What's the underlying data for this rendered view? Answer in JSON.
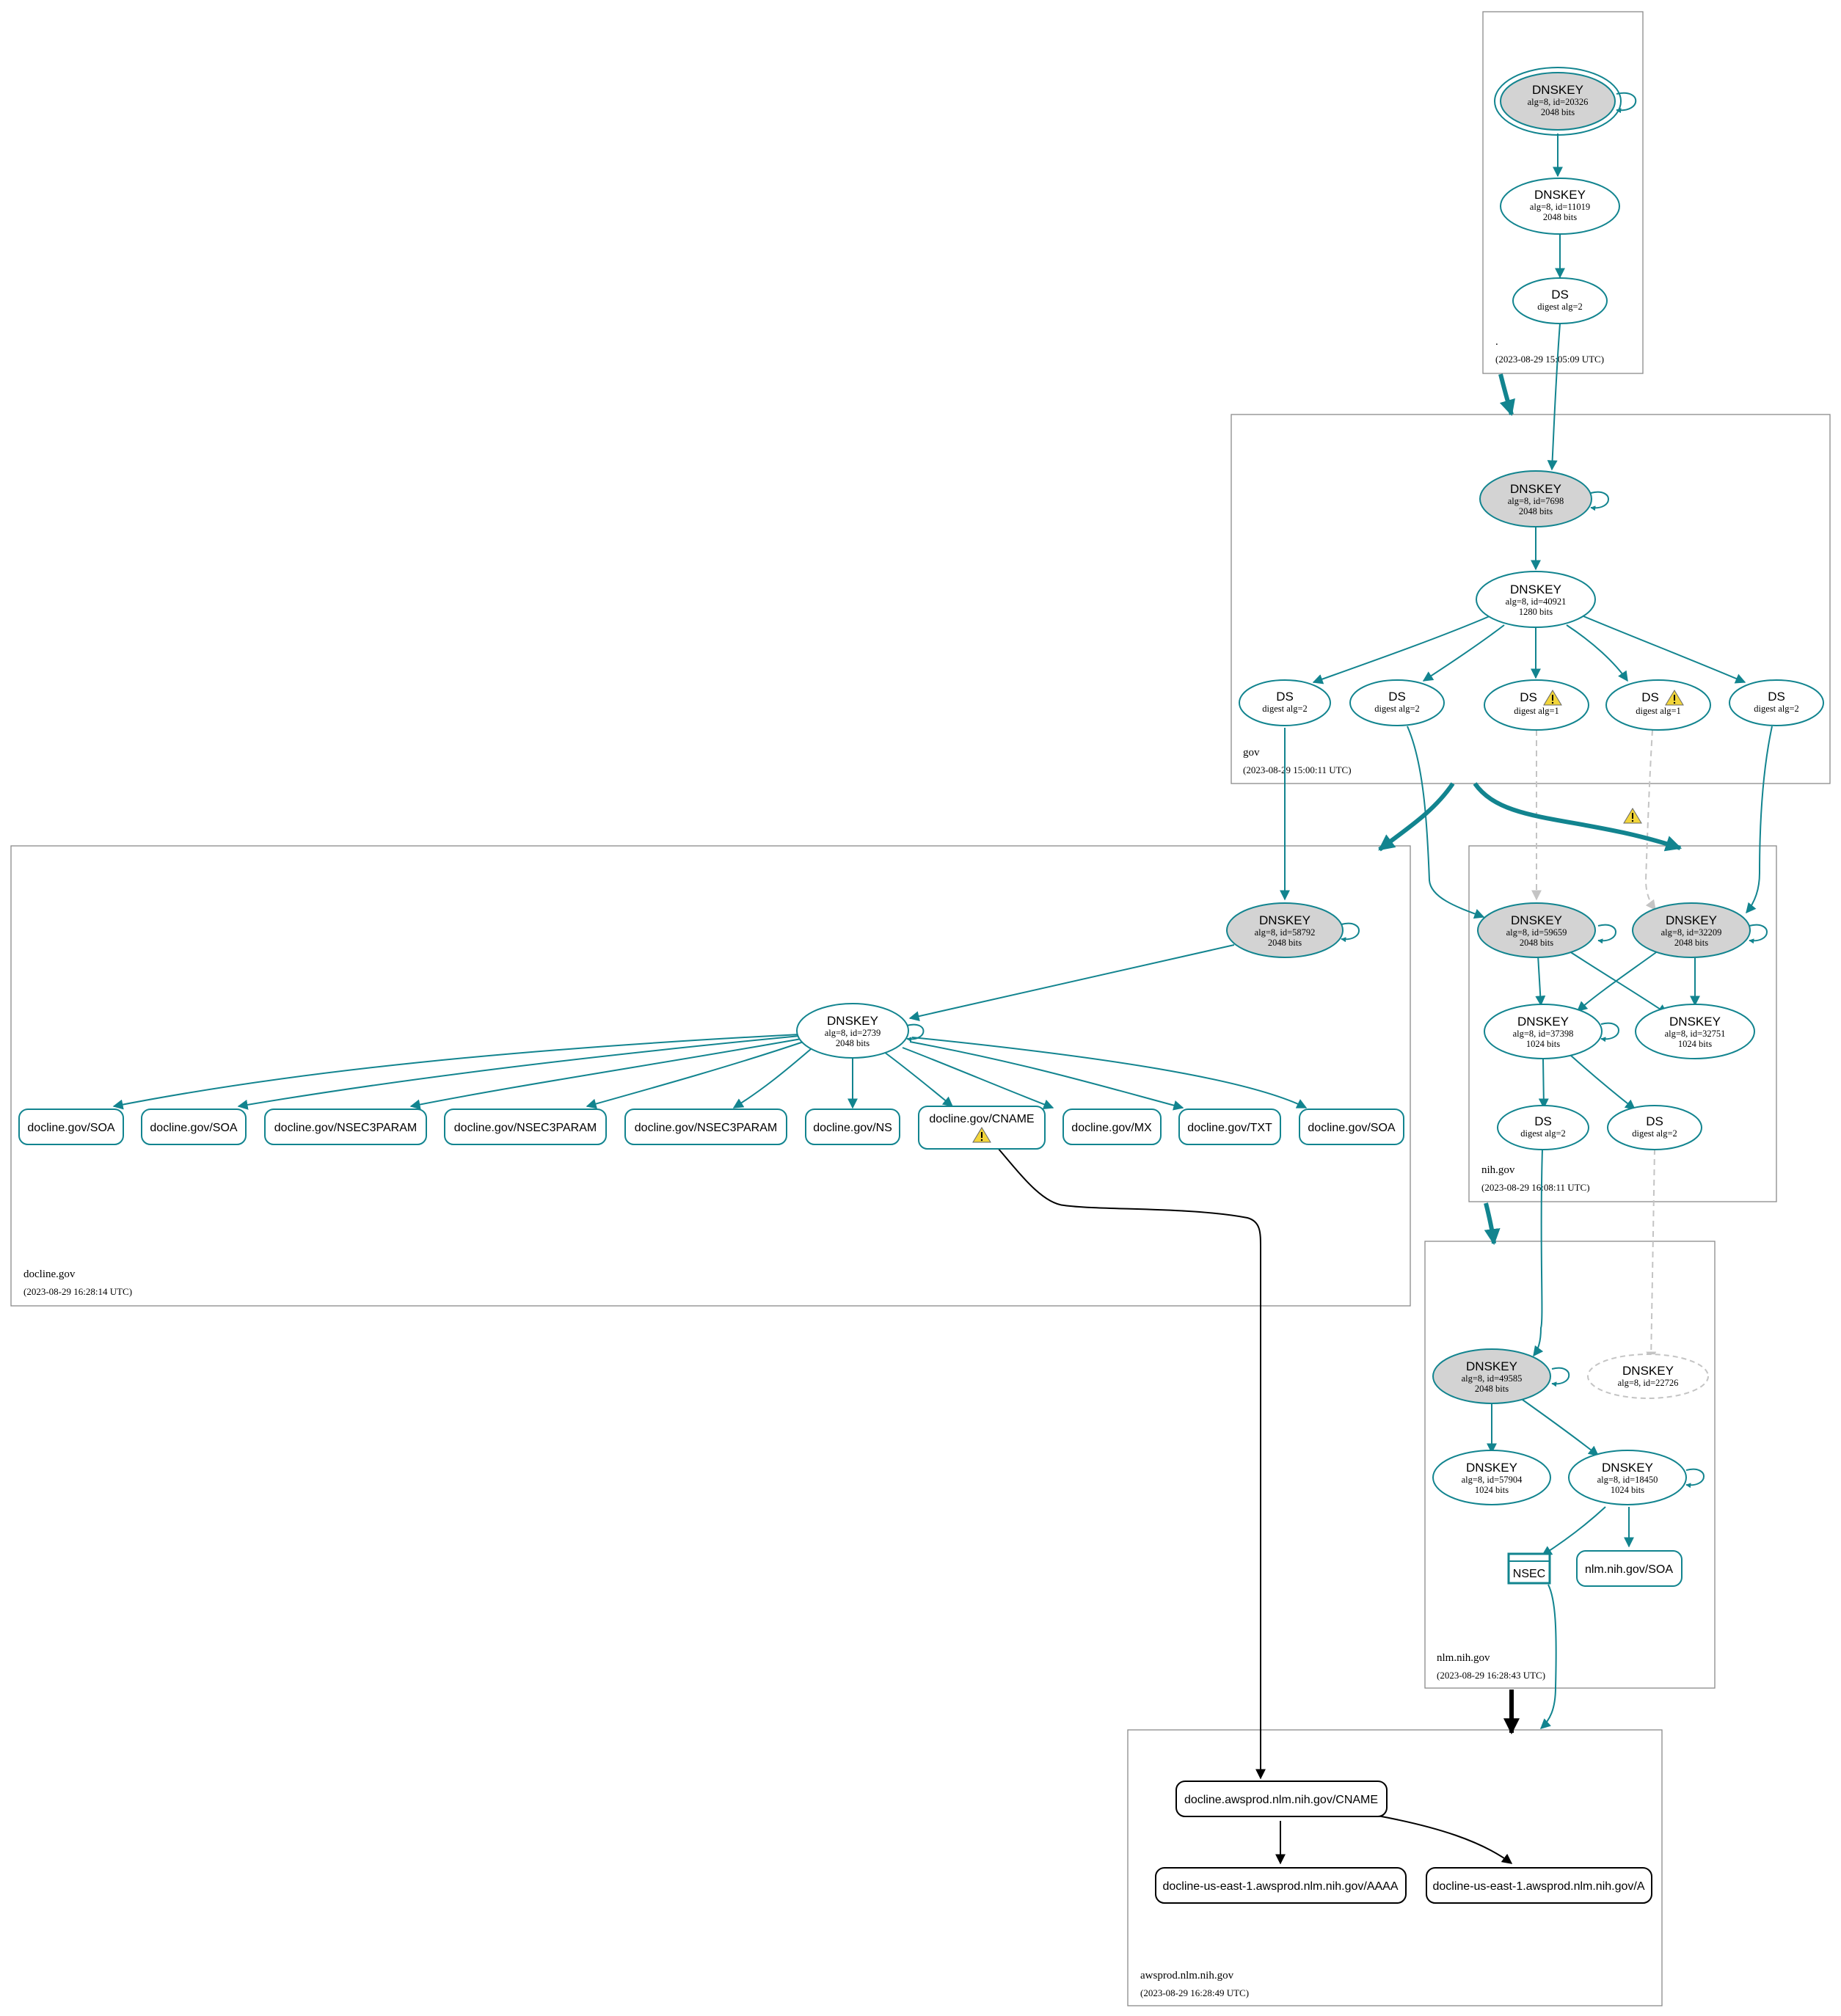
{
  "colors": {
    "teal": "#12848f",
    "black": "#000000",
    "ksk_fill": "#d3d3d3",
    "dashed_gray": "#c4c4c4",
    "zone_border": "#8a8a8a",
    "warning": "#f2d53a"
  },
  "zones": {
    "root": {
      "name": ".",
      "time": "(2023-08-29 15:05:09 UTC)"
    },
    "gov": {
      "name": "gov",
      "time": "(2023-08-29 15:00:11 UTC)"
    },
    "docline": {
      "name": "docline.gov",
      "time": "(2023-08-29 16:28:14 UTC)"
    },
    "nih": {
      "name": "nih.gov",
      "time": "(2023-08-29 16:08:11 UTC)"
    },
    "nlm": {
      "name": "nlm.nih.gov",
      "time": "(2023-08-29 16:28:43 UTC)"
    },
    "awsprod": {
      "name": "awsprod.nlm.nih.gov",
      "time": "(2023-08-29 16:28:49 UTC)"
    }
  },
  "nodes": {
    "root_ksk": {
      "title": "DNSKEY",
      "line1": "alg=8, id=20326",
      "line2": "2048 bits"
    },
    "root_zsk": {
      "title": "DNSKEY",
      "line1": "alg=8, id=11019",
      "line2": "2048 bits"
    },
    "root_ds": {
      "title": "DS",
      "line1": "digest alg=2"
    },
    "gov_ksk": {
      "title": "DNSKEY",
      "line1": "alg=8, id=7698",
      "line2": "2048 bits"
    },
    "gov_zsk": {
      "title": "DNSKEY",
      "line1": "alg=8, id=40921",
      "line2": "1280 bits"
    },
    "gov_ds1": {
      "title": "DS",
      "line1": "digest alg=2"
    },
    "gov_ds2": {
      "title": "DS",
      "line1": "digest alg=2"
    },
    "gov_ds3": {
      "title": "DS",
      "line1": "digest alg=1"
    },
    "gov_ds4": {
      "title": "DS",
      "line1": "digest alg=1"
    },
    "gov_ds5": {
      "title": "DS",
      "line1": "digest alg=2"
    },
    "docline_ksk": {
      "title": "DNSKEY",
      "line1": "alg=8, id=58792",
      "line2": "2048 bits"
    },
    "docline_zsk": {
      "title": "DNSKEY",
      "line1": "alg=8, id=2739",
      "line2": "2048 bits"
    },
    "nih_ksk1": {
      "title": "DNSKEY",
      "line1": "alg=8, id=59659",
      "line2": "2048 bits"
    },
    "nih_ksk2": {
      "title": "DNSKEY",
      "line1": "alg=8, id=32209",
      "line2": "2048 bits"
    },
    "nih_zsk1": {
      "title": "DNSKEY",
      "line1": "alg=8, id=37398",
      "line2": "1024 bits"
    },
    "nih_zsk2": {
      "title": "DNSKEY",
      "line1": "alg=8, id=32751",
      "line2": "1024 bits"
    },
    "nih_ds1": {
      "title": "DS",
      "line1": "digest alg=2"
    },
    "nih_ds2": {
      "title": "DS",
      "line1": "digest alg=2"
    },
    "nlm_ksk": {
      "title": "DNSKEY",
      "line1": "alg=8, id=49585",
      "line2": "2048 bits"
    },
    "nlm_missing": {
      "title": "DNSKEY",
      "line1": "alg=8, id=22726"
    },
    "nlm_zsk1": {
      "title": "DNSKEY",
      "line1": "alg=8, id=57904",
      "line2": "1024 bits"
    },
    "nlm_zsk2": {
      "title": "DNSKEY",
      "line1": "alg=8, id=18450",
      "line2": "1024 bits"
    },
    "nlm_nsec": {
      "title": "NSEC"
    }
  },
  "rrsets": {
    "docline_soa1": "docline.gov/SOA",
    "docline_soa2": "docline.gov/SOA",
    "docline_nsec3param1": "docline.gov/NSEC3PARAM",
    "docline_nsec3param2": "docline.gov/NSEC3PARAM",
    "docline_nsec3param3": "docline.gov/NSEC3PARAM",
    "docline_ns": "docline.gov/NS",
    "docline_cname": "docline.gov/CNAME",
    "docline_mx": "docline.gov/MX",
    "docline_txt": "docline.gov/TXT",
    "docline_soa3": "docline.gov/SOA",
    "nlm_soa": "nlm.nih.gov/SOA",
    "aws_cname": "docline.awsprod.nlm.nih.gov/CNAME",
    "aws_aaaa": "docline-us-east-1.awsprod.nlm.nih.gov/AAAA",
    "aws_a": "docline-us-east-1.awsprod.nlm.nih.gov/A"
  }
}
